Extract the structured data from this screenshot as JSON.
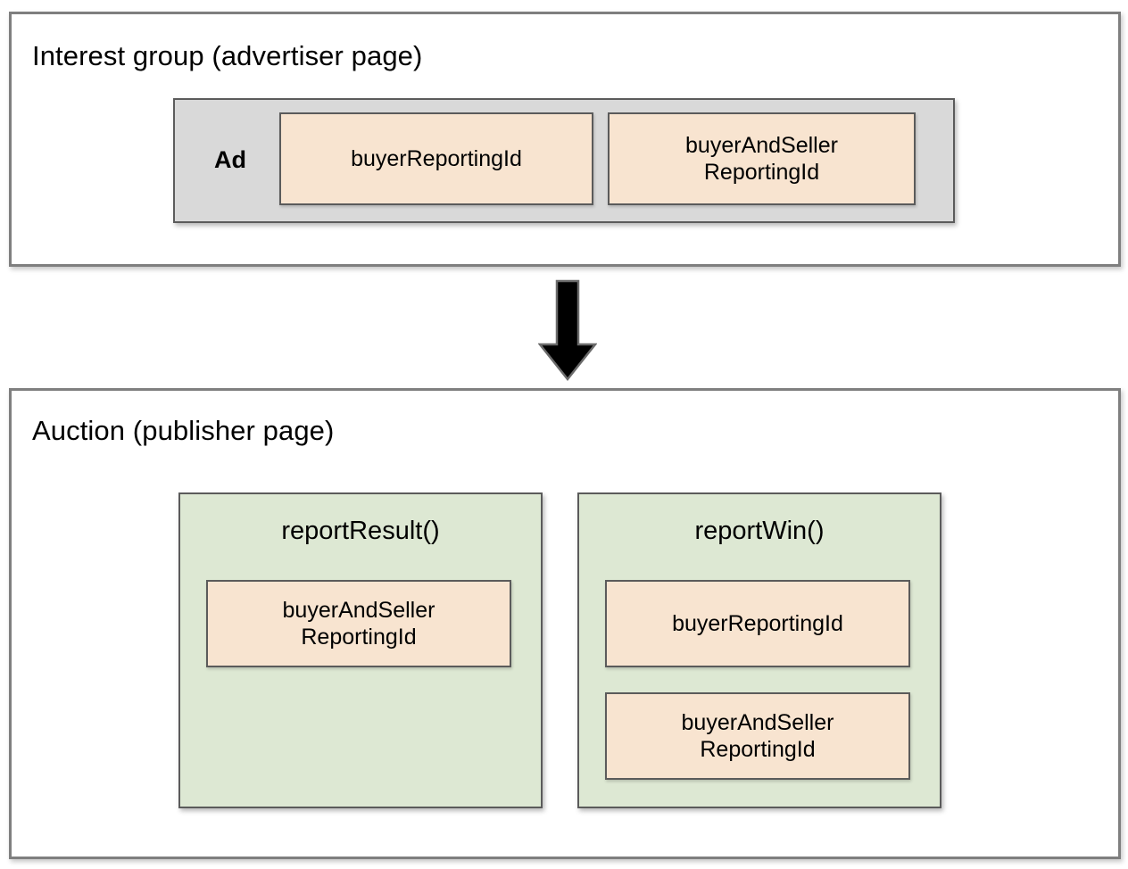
{
  "diagram": {
    "title_top": "Interest group (advertiser page)",
    "title_bottom": "Auction (publisher page)",
    "arrow": "down-arrow",
    "colors": {
      "panel_border": "#7f7f7f",
      "box_border": "#5b5b5b",
      "gray_fill": "#d9d9d9",
      "peach_fill": "#f8e4d0",
      "green_fill": "#dde8d3",
      "arrow_fill": "#000000",
      "text": "#000000"
    }
  },
  "interest_group": {
    "ad_label": "Ad",
    "ad_fields": [
      {
        "label": "buyerReportingId"
      },
      {
        "label": "buyerAndSeller\nReportingId",
        "line1": "buyerAndSeller",
        "line2": "ReportingId"
      }
    ]
  },
  "auction": {
    "functions": [
      {
        "name": "reportResult()",
        "fields": [
          {
            "line1": "buyerAndSeller",
            "line2": "ReportingId"
          }
        ]
      },
      {
        "name": "reportWin()",
        "fields": [
          {
            "line1": "buyerReportingId",
            "line2": ""
          },
          {
            "line1": "buyerAndSeller",
            "line2": "ReportingId"
          }
        ]
      }
    ]
  }
}
